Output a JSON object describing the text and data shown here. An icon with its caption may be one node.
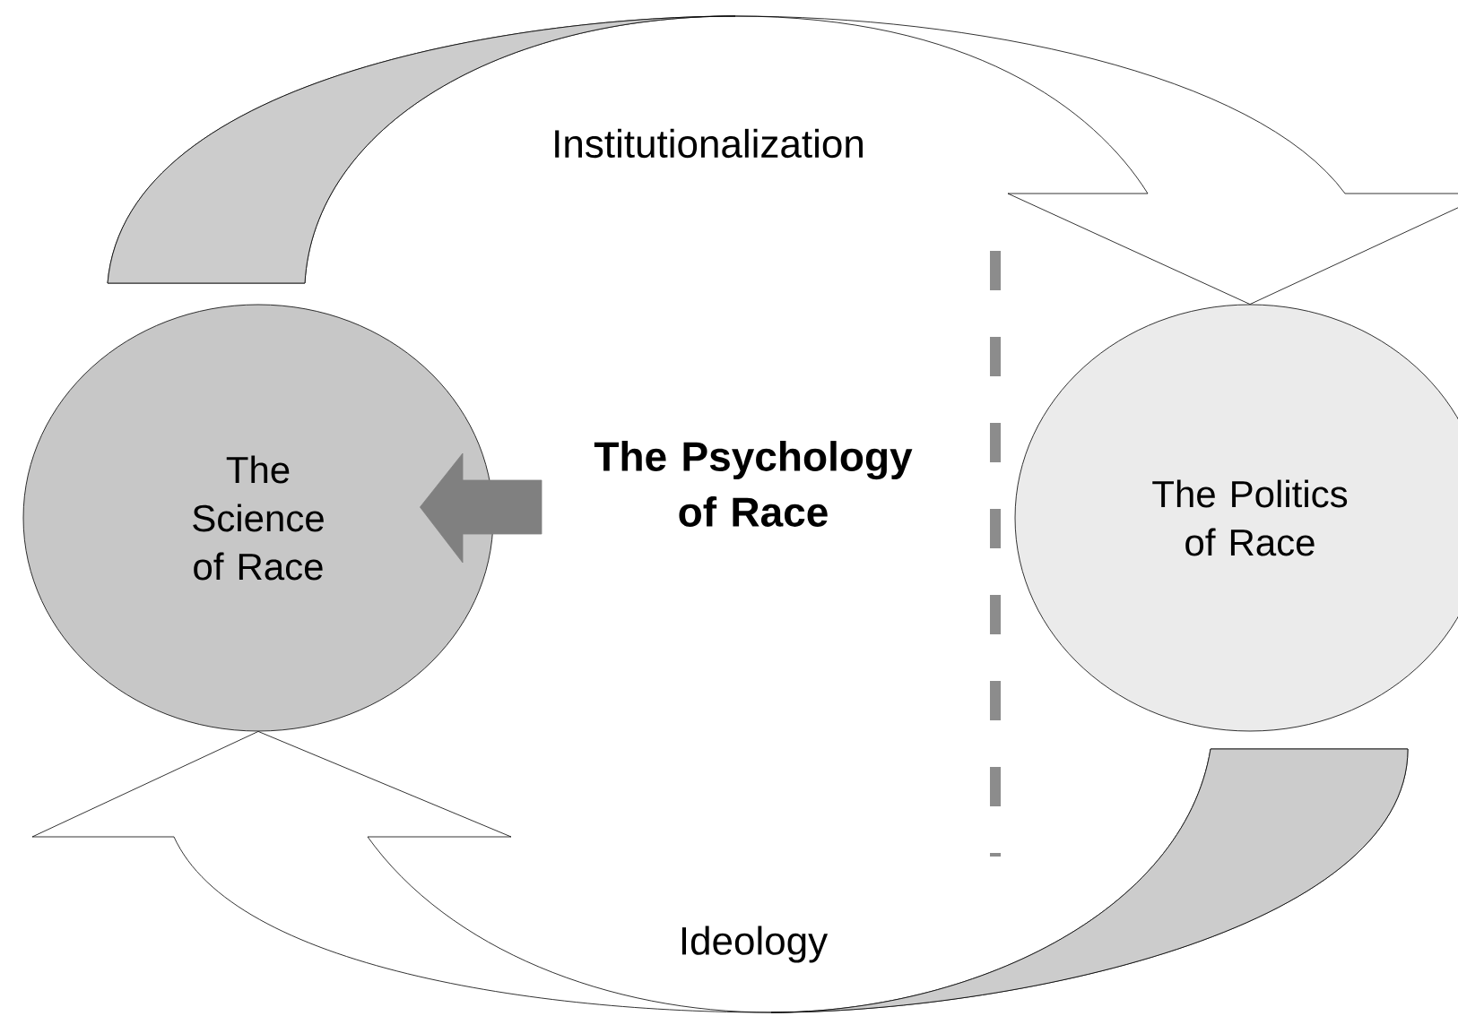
{
  "diagram": {
    "nodes": [
      {
        "text": [
          "The Science of Race"
        ]
      },
      {
        "text": [
          "The Politics of Race"
        ]
      },
      {
        "text": [
          "The Psychology of Race"
        ]
      }
    ],
    "edges": [
      {
        "from": 0,
        "to": 1,
        "arrow": "to",
        "label": "Institutionalization"
      },
      {
        "from": 1,
        "to": 0,
        "arrow": "to",
        "label": "Ideology"
      },
      {
        "from": 2,
        "to": 0,
        "arrow": "to",
        "color": "#808080"
      }
    ]
  }
}
